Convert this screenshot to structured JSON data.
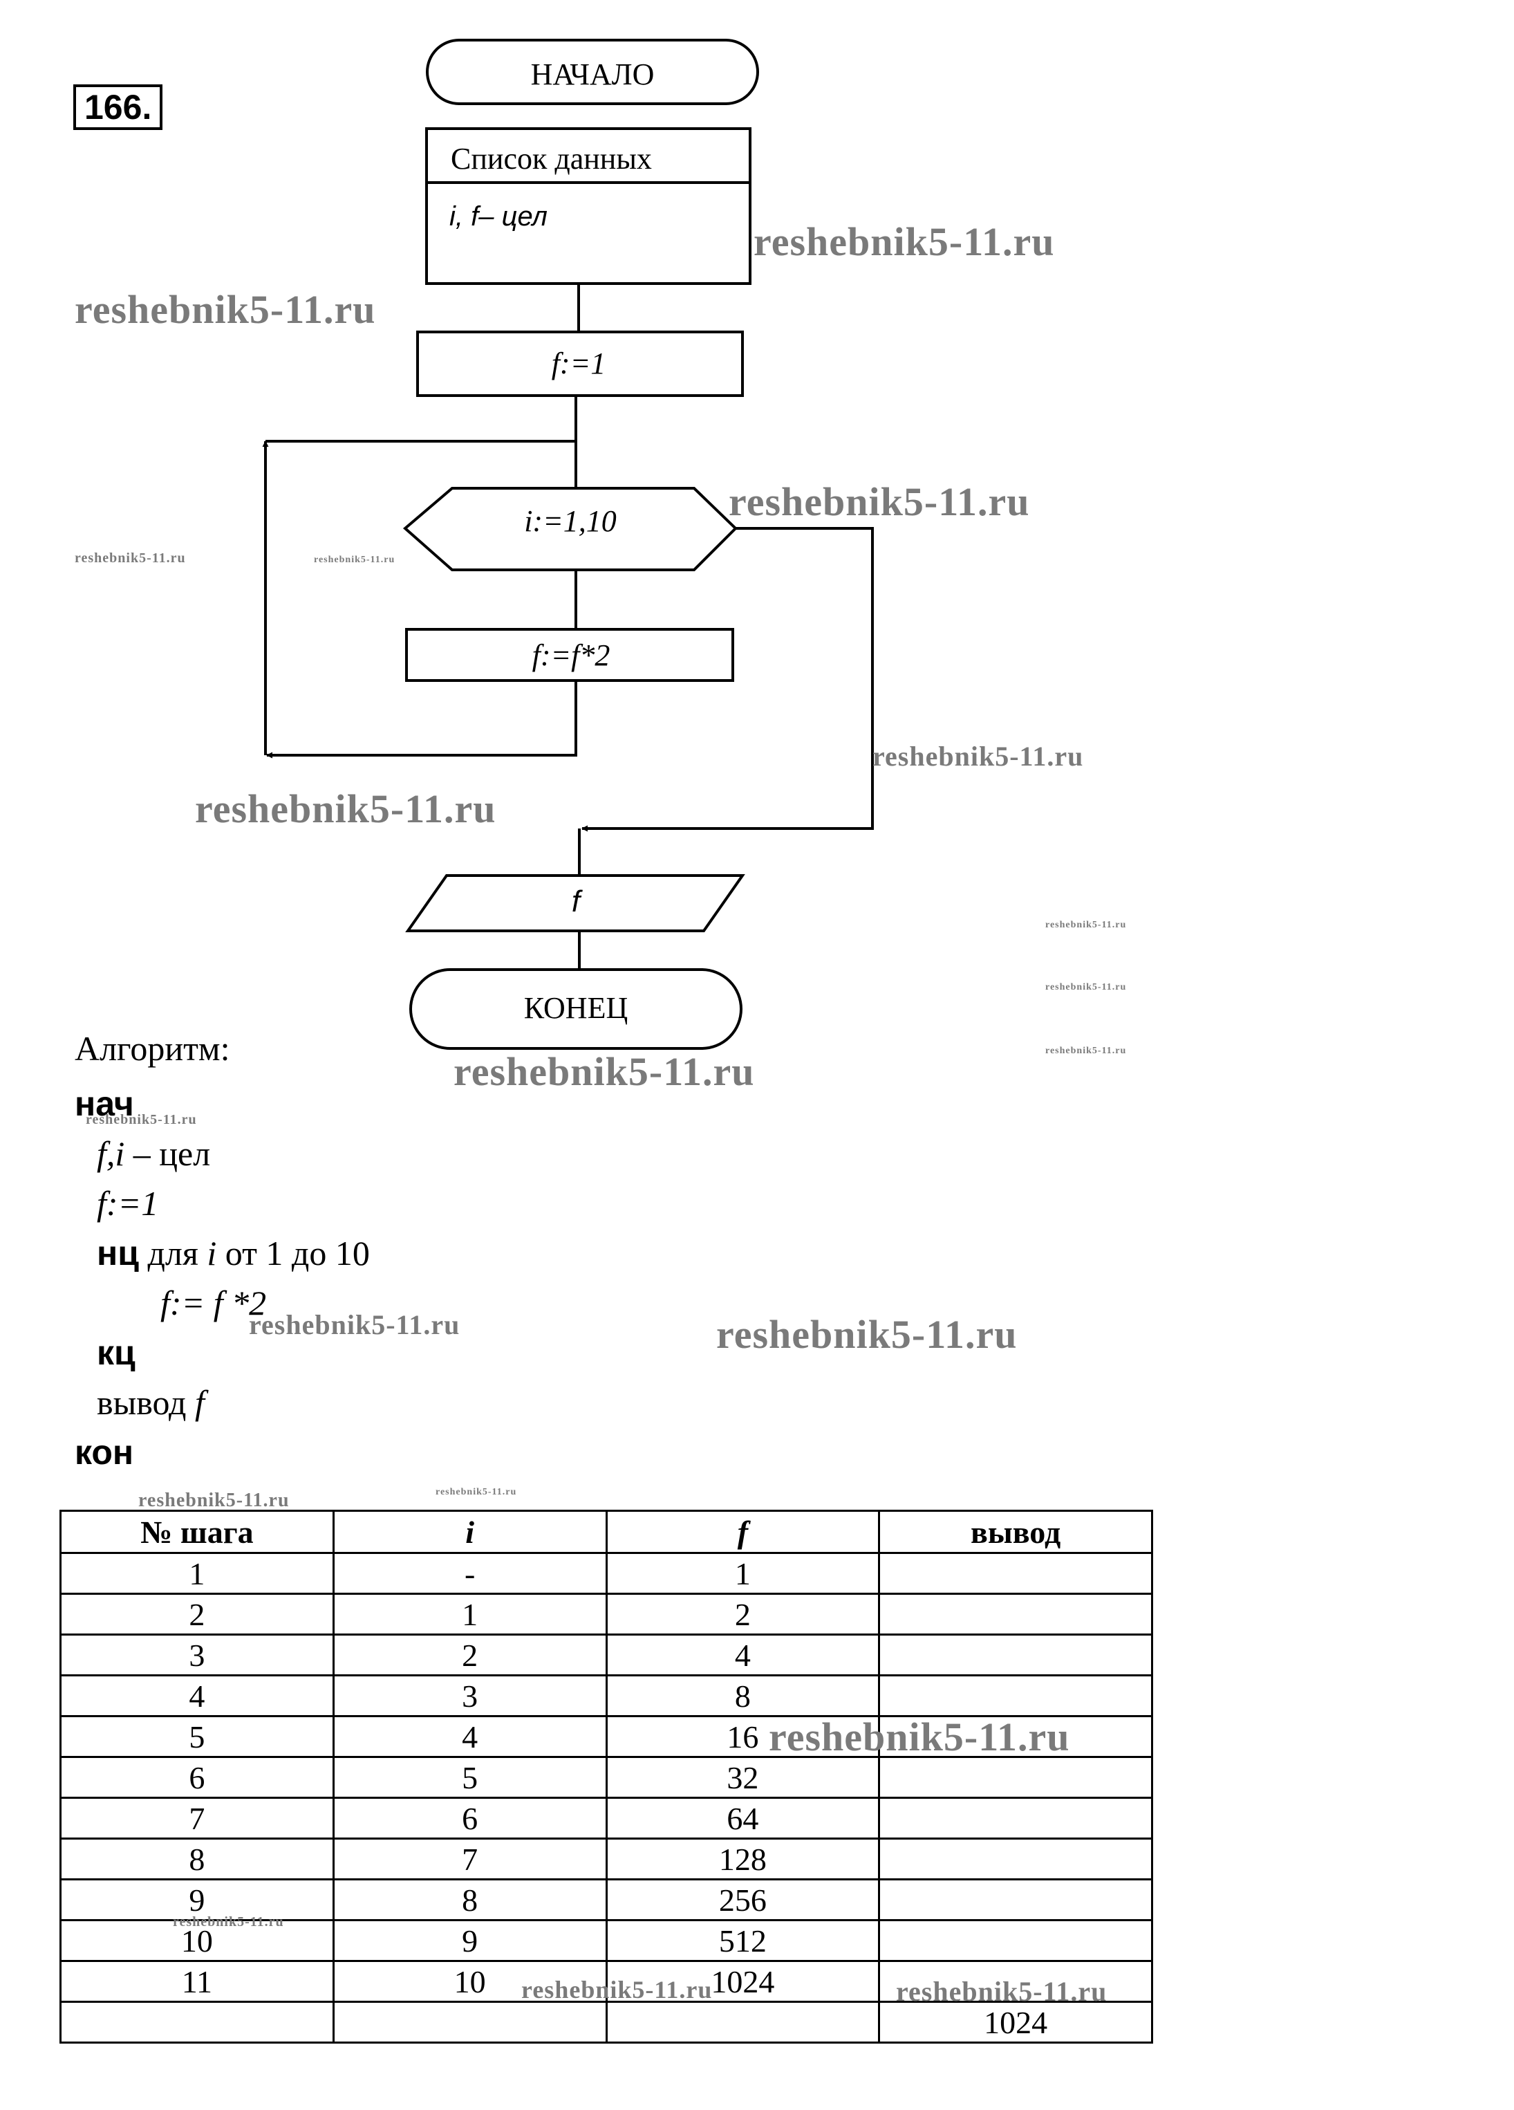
{
  "problem_number": "166",
  "flowchart": {
    "start_label": "НАЧАЛО",
    "data_block_title": "Список данных",
    "data_block_vars": "i, f– цел",
    "assign_init": "f:=1",
    "loop_header": "i:=1,10",
    "loop_body": "f:=f*2",
    "output": "f",
    "end_label": "КОНЕЦ"
  },
  "algorithm": {
    "heading": "Алгоритм:",
    "begin": "нач",
    "decl_vars": "f,i",
    "decl_type": " – цел",
    "init": "f:=1",
    "loop_kw": "нц",
    "loop_for": " для ",
    "loop_var": "i",
    "loop_range": " от 1 до 10",
    "body": "f:= f *2",
    "loop_end": "кц",
    "output_kw": "вывод ",
    "output_var": "f",
    "end": "кон"
  },
  "table": {
    "headers": [
      "№ шага",
      "i",
      "f",
      "вывод"
    ],
    "rows": [
      [
        "1",
        "-",
        "1",
        ""
      ],
      [
        "2",
        "1",
        "2",
        ""
      ],
      [
        "3",
        "2",
        "4",
        ""
      ],
      [
        "4",
        "3",
        "8",
        ""
      ],
      [
        "5",
        "4",
        "16",
        ""
      ],
      [
        "6",
        "5",
        "32",
        ""
      ],
      [
        "7",
        "6",
        "64",
        ""
      ],
      [
        "8",
        "7",
        "128",
        ""
      ],
      [
        "9",
        "8",
        "256",
        ""
      ],
      [
        "10",
        "9",
        "512",
        ""
      ],
      [
        "11",
        "10",
        "1024",
        ""
      ],
      [
        "",
        "",
        "",
        "1024"
      ]
    ]
  },
  "watermark": "reshebnik5-11.ru"
}
